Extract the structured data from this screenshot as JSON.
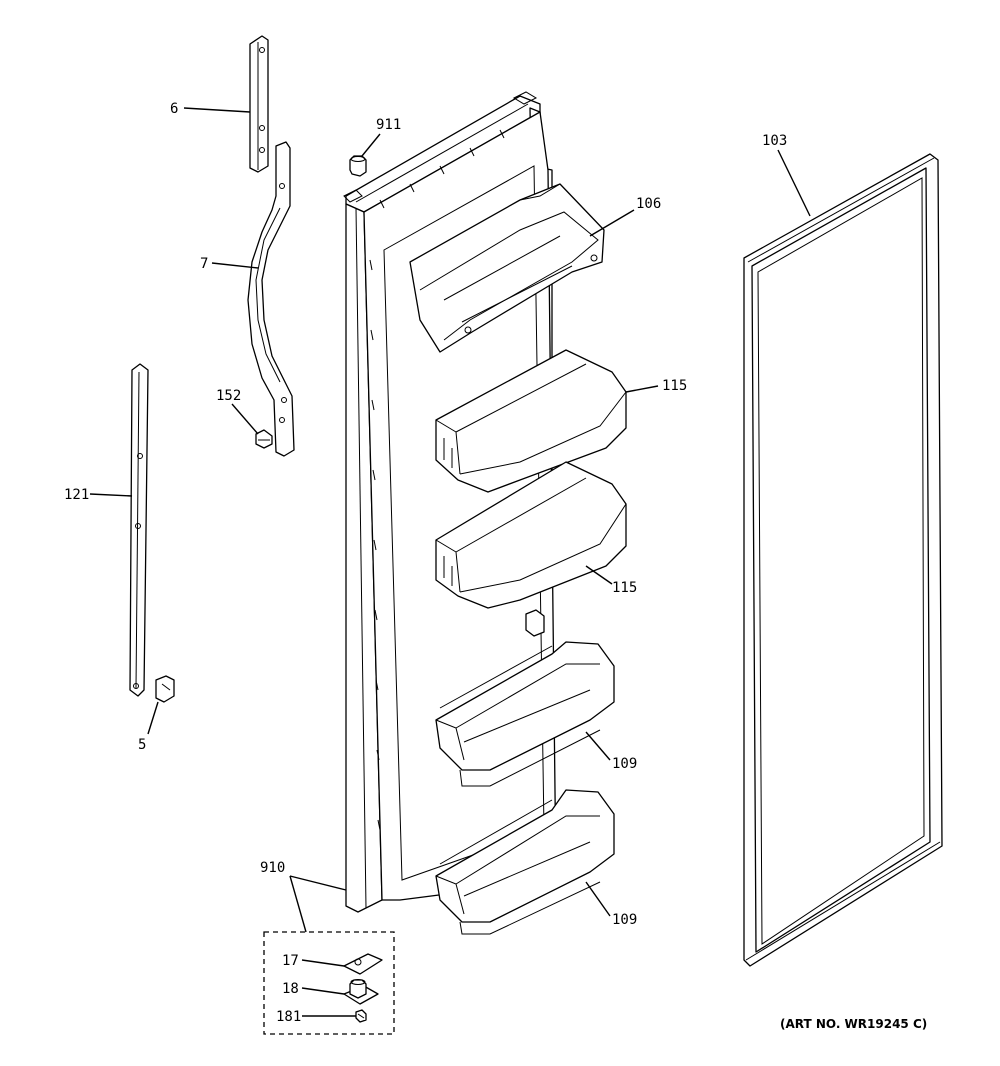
{
  "callouts": {
    "c6": "6",
    "c7": "7",
    "c152": "152",
    "c121": "121",
    "c5": "5",
    "c911": "911",
    "c106": "106",
    "c115a": "115",
    "c115b": "115",
    "c109a": "109",
    "c109b": "109",
    "c103": "103",
    "c910": "910",
    "c17": "17",
    "c18": "18",
    "c181": "181"
  },
  "art_number": "(ART NO. WR19245 C)"
}
